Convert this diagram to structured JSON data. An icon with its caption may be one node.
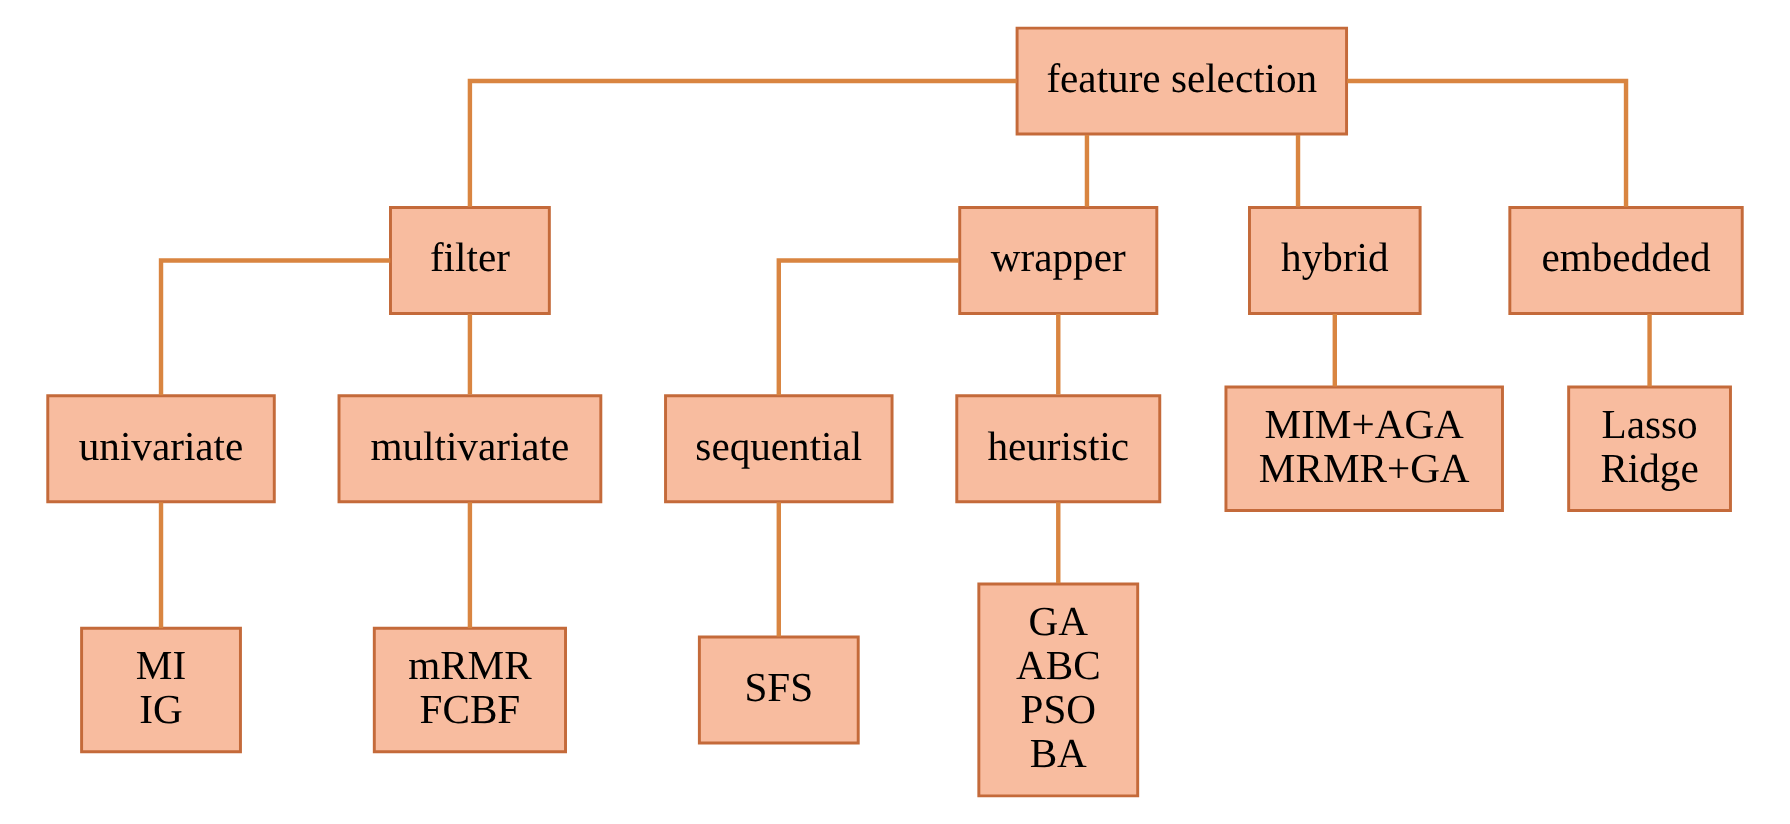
{
  "diagram": {
    "nodes": [
      {
        "text": [
          "feature selection"
        ]
      },
      {
        "text": [
          "filter"
        ]
      },
      {
        "text": [
          "wrapper"
        ]
      },
      {
        "text": [
          "hybrid"
        ]
      },
      {
        "text": [
          "embedded"
        ]
      },
      {
        "text": [
          "univariate"
        ]
      },
      {
        "text": [
          "multivariate"
        ]
      },
      {
        "text": [
          "sequential"
        ]
      },
      {
        "text": [
          "heuristic"
        ]
      },
      {
        "text": [
          "MIM+AGA",
          "MRMR+GA"
        ]
      },
      {
        "text": [
          "Lasso",
          "Ridge"
        ]
      },
      {
        "text": [
          "MI",
          "IG"
        ]
      },
      {
        "text": [
          "mRMR",
          "FCBF"
        ]
      },
      {
        "text": [
          "SFS"
        ]
      },
      {
        "text": [
          "GA",
          "ABC",
          "PSO",
          "BA"
        ]
      }
    ],
    "edges": [
      {
        "from": 0,
        "to": 1,
        "arrow": "none"
      },
      {
        "from": 0,
        "to": 2,
        "arrow": "none"
      },
      {
        "from": 0,
        "to": 3,
        "arrow": "none"
      },
      {
        "from": 0,
        "to": 4,
        "arrow": "none"
      },
      {
        "from": 1,
        "to": 5,
        "arrow": "none"
      },
      {
        "from": 1,
        "to": 6,
        "arrow": "none"
      },
      {
        "from": 2,
        "to": 7,
        "arrow": "none"
      },
      {
        "from": 2,
        "to": 8,
        "arrow": "none"
      },
      {
        "from": 3,
        "to": 9,
        "arrow": "none"
      },
      {
        "from": 4,
        "to": 10,
        "arrow": "none"
      },
      {
        "from": 5,
        "to": 11,
        "arrow": "none"
      },
      {
        "from": 6,
        "to": 12,
        "arrow": "none"
      },
      {
        "from": 7,
        "to": 13,
        "arrow": "none"
      },
      {
        "from": 8,
        "to": 14,
        "arrow": "none"
      }
    ]
  }
}
